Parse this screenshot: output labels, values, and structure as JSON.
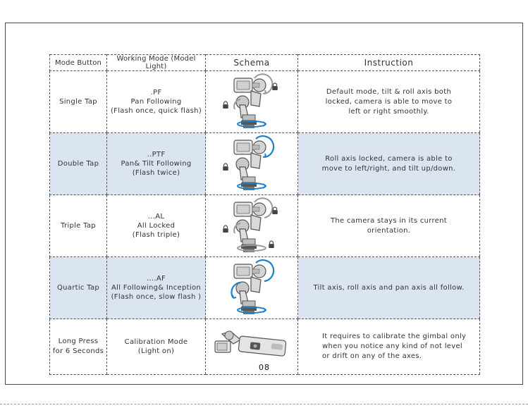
{
  "table": {
    "headers": {
      "mode_button": "Mode Button",
      "working_mode": "Working Mode (Model Light)",
      "schema": "Schema",
      "instruction": "Instruction"
    },
    "rows": [
      {
        "button": "Single Tap",
        "mode_lines": [
          ".PF",
          "Pan Following",
          "(Flash once, quick flash)"
        ],
        "instruction_lines": [
          "Default mode, tilt & roll axis both",
          "locked, camera is able to move to",
          "left or right smoothly."
        ]
      },
      {
        "button": "Double Tap",
        "mode_lines": [
          "..PTF",
          "Pan& Tilt Following",
          "(Flash twice)"
        ],
        "instruction_lines": [
          "Roll axis locked, camera is able to",
          "move to left/right, and tilt up/down."
        ]
      },
      {
        "button": "Triple Tap",
        "mode_lines": [
          "...AL",
          "All Locked",
          "(Flash triple)"
        ],
        "instruction_lines": [
          "The camera stays in its current orientation."
        ]
      },
      {
        "button": "Quartic Tap",
        "mode_lines": [
          "....AF",
          "All Following& Inception",
          "(Flash once, slow flash )"
        ],
        "instruction_lines": [
          "Tilt axis, roll axis and pan axis all follow."
        ]
      },
      {
        "button_lines": [
          "Long Press",
          "for 6 Seconds"
        ],
        "mode_lines": [
          "Calibration Mode",
          "(Light on)"
        ],
        "instruction_lines": [
          "It requires to calibrate the gimbal only",
          "when you notice any kind of not level",
          "or drift on any of the axes."
        ]
      }
    ]
  },
  "page_number": "08",
  "colors": {
    "row_shade": "#dbe5f1",
    "arrow_blue": "#1e7fc9",
    "arrow_gray": "#999999"
  },
  "icons": {
    "lock": "lock-icon",
    "rotate": "rotation-arrow-icon",
    "gimbal": "gimbal-icon"
  }
}
